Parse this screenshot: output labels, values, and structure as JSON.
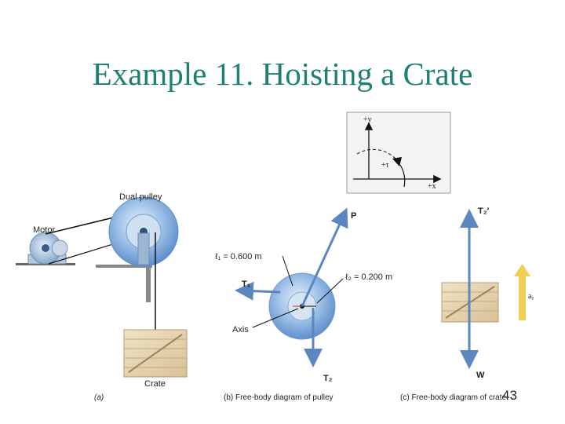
{
  "slide": {
    "title": "Example 11.  Hoisting a Crate",
    "page_number": "43"
  },
  "figure": {
    "labels": {
      "dual_pulley": "Dual pulley",
      "motor": "Motor",
      "crate": "Crate",
      "caption_a": "(a)",
      "caption_b": "(b)  Free-body diagram of pulley",
      "caption_c": "(c)  Free-body diagram of crate",
      "ell1": "ℓ₁ = 0.600 m",
      "ell2": "ℓ₂ = 0.200 m",
      "axis": "Axis",
      "P": "P",
      "T1": "T₁",
      "T2": "T₂",
      "T2_prime": "T₂′",
      "W": "W",
      "ay": "aᵧ",
      "plus_y": "+y",
      "plus_x": "+x",
      "plus_tau": "+τ"
    },
    "colors": {
      "title": "#1f7f74",
      "force_arrow": "#5b86c0",
      "acceleration_arrow": "#f1cf52",
      "wood": "#e6d6b3"
    }
  }
}
